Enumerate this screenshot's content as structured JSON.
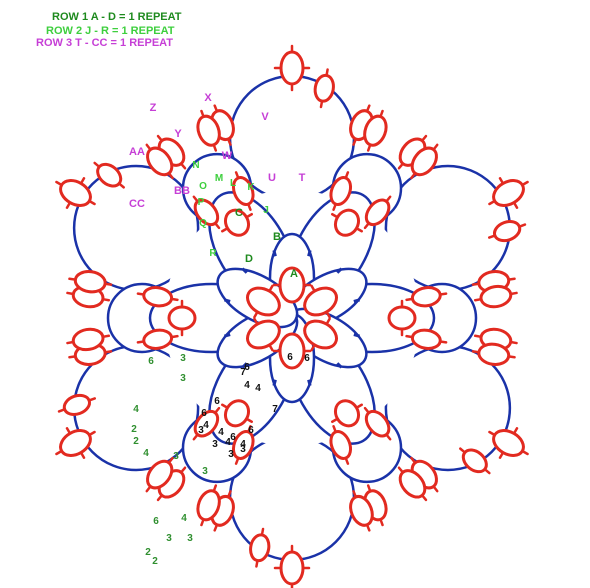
{
  "legend": [
    {
      "text": "ROW 1 A - D = 1 REPEAT",
      "color": "#1e8a1e"
    },
    {
      "text": "ROW 2 J - R = 1 REPEAT",
      "color": "#3ecf3e"
    },
    {
      "text": "ROW 3 T - CC = 1 REPEAT",
      "color": "#c63fd6"
    }
  ],
  "colors": {
    "chain": "#1a32a8",
    "ring": "#e22a20",
    "row1_label": "#1e8a1e",
    "row2_label": "#3ecf3e",
    "row3_label": "#c63fd6",
    "count": "#111111",
    "count_green": "#2f8f2f"
  },
  "row1_labels": [
    "A",
    "B",
    "C",
    "D"
  ],
  "row2_labels": [
    "J",
    "K",
    "L",
    "M",
    "N",
    "O",
    "P",
    "Q",
    "R"
  ],
  "row3_labels": [
    "T",
    "U",
    "V",
    "W",
    "X",
    "Y",
    "Z",
    "AA",
    "BB",
    "CC"
  ],
  "stitch_counts_center": [
    "7",
    "6",
    "4",
    "4",
    "6",
    "7",
    "6",
    "6",
    "4",
    "6",
    "4",
    "6",
    "3",
    "4",
    "4",
    "3",
    "3",
    "3",
    "6"
  ],
  "stitch_counts_arm": [
    "6",
    "3",
    "3",
    "4",
    "2",
    "2",
    "4",
    "3",
    "3",
    "6",
    "4",
    "3",
    "3",
    "2",
    "2"
  ]
}
